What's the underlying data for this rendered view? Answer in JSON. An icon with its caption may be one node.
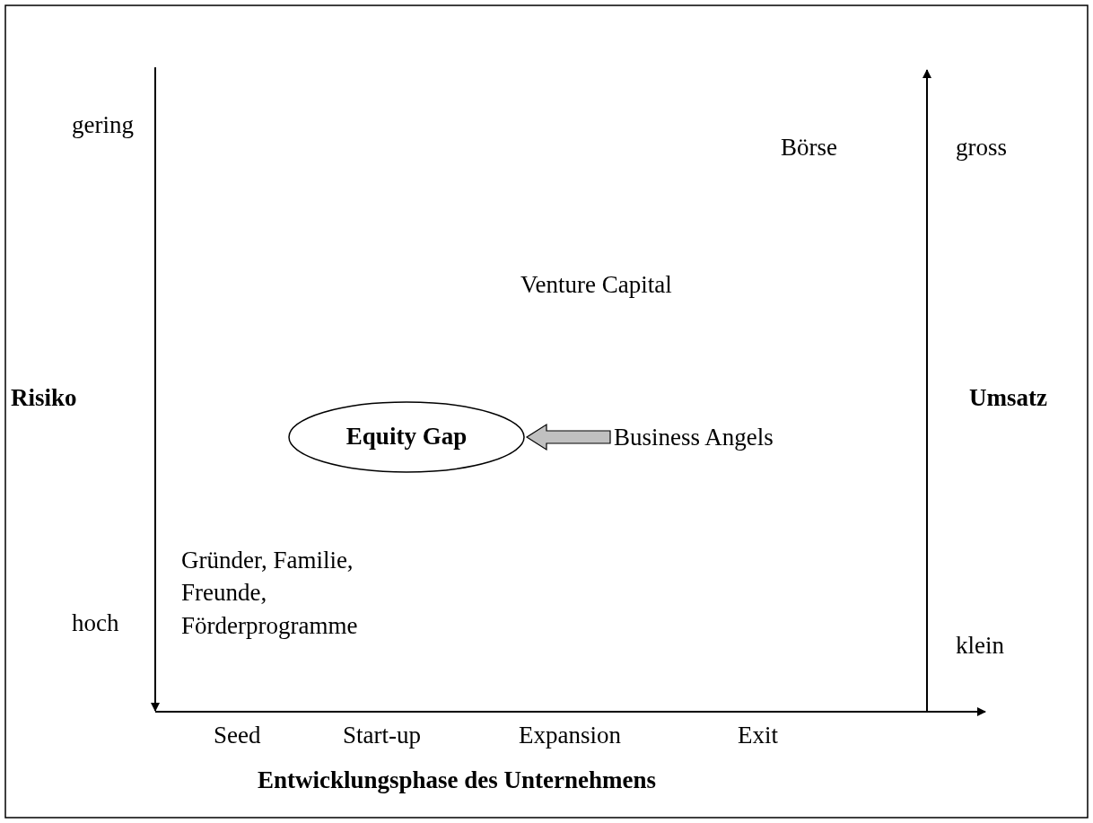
{
  "diagram": {
    "nodes": [
      {
        "text": [
          "Equity Gap"
        ]
      },
      {
        "text": [
          "Business Angels"
        ]
      }
    ],
    "edges": [
      {
        "from": 1,
        "to": 0,
        "arrow": "to",
        "style": "thick",
        "color": "#c0c0c0"
      }
    ],
    "labels": [
      "gering",
      "Börse",
      "gross",
      "Venture Capital",
      "Risiko",
      "Umsatz",
      "Gründer, Familie, Freunde, Förderprogramme",
      "hoch",
      "klein",
      "Seed",
      "Start-up",
      "Expansion",
      "Exit",
      "Entwicklungsphase des Unternehmens"
    ]
  }
}
